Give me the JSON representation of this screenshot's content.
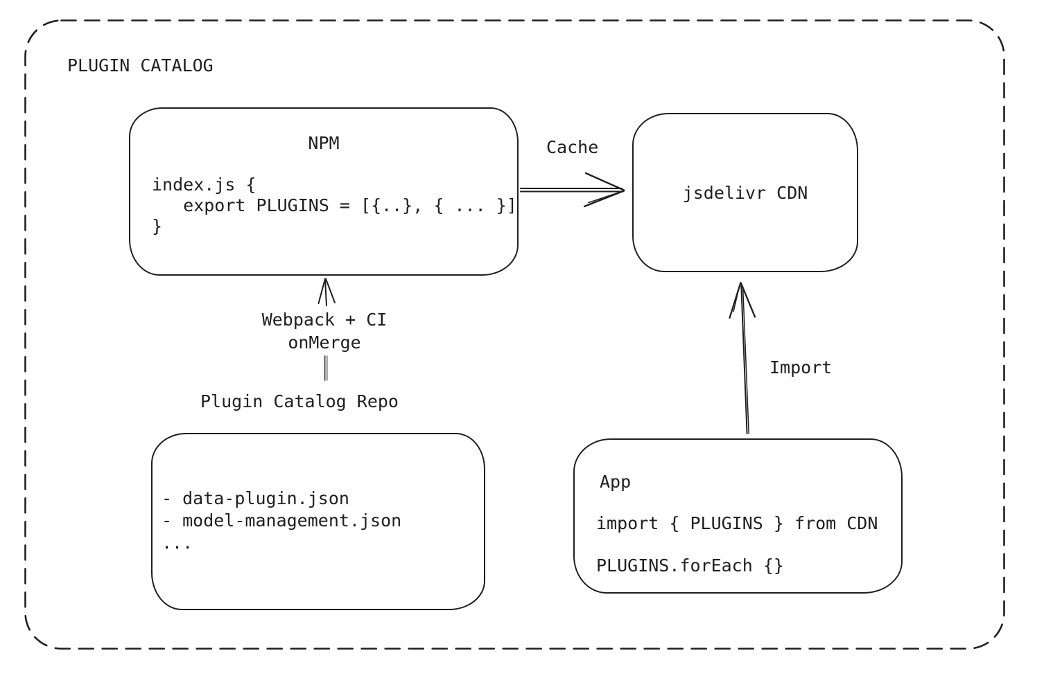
{
  "frame": {
    "title": "PLUGIN CATALOG"
  },
  "nodes": {
    "npm": {
      "title": "NPM",
      "code": "index.js {\n   export PLUGINS = [{..}, { ... }]\n}"
    },
    "cdn": {
      "title": "jsdelivr CDN"
    },
    "repo": {
      "title": "Plugin Catalog Repo",
      "files": "- data-plugin.json\n- model-management.json\n..."
    },
    "app": {
      "title": "App",
      "import_line": "import { PLUGINS } from CDN",
      "foreach_line": "PLUGINS.forEach {}"
    }
  },
  "edges": {
    "cache": {
      "label": "Cache",
      "from": "NPM",
      "to": "jsdelivr CDN"
    },
    "build": {
      "label": "Webpack + CI\nonMerge",
      "from": "Plugin Catalog Repo",
      "to": "NPM"
    },
    "import": {
      "label": "Import",
      "from": "App",
      "to": "jsdelivr CDN"
    }
  },
  "colors": {
    "stroke": "#1f1f1f",
    "background": "#ffffff"
  }
}
